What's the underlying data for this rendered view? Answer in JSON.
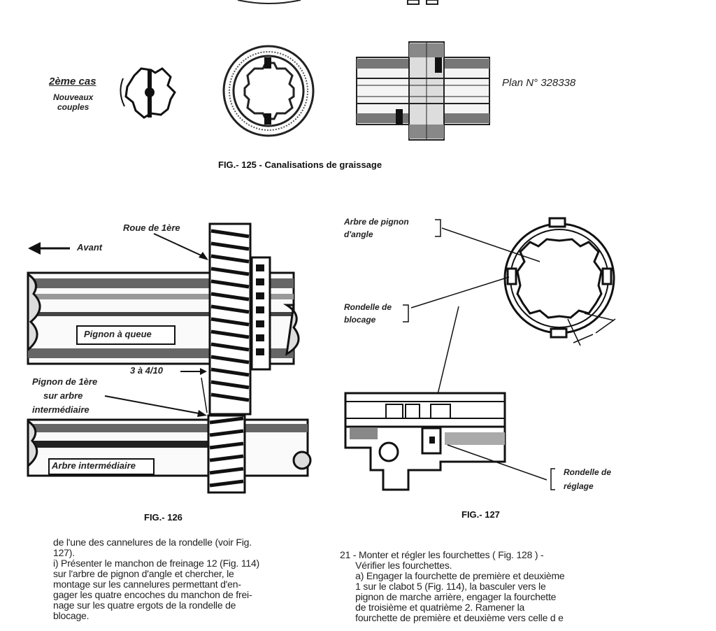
{
  "fig125": {
    "case_label": "2ème cas",
    "case_sub_1": "Nouveaux",
    "case_sub_2": "couples",
    "plan": "Plan N° 328338",
    "caption": "FIG.- 125 - Canalisations de graissage"
  },
  "fig126": {
    "roue": "Roue de 1ère",
    "avant": "Avant",
    "pignon_queue": "Pignon à queue",
    "jeu": "3 à 4/10",
    "pignon_1": "Pignon de 1ère",
    "pignon_2": "sur arbre",
    "pignon_3": "intermédiaire",
    "arbre": "Arbre intermédiaire",
    "caption": "FIG.- 126"
  },
  "fig127": {
    "arbre_1": "Arbre de pignon",
    "arbre_2": "d'angle",
    "rondelle_1": "Rondelle de",
    "rondelle_2": "blocage",
    "reglage_1": "Rondelle de",
    "reglage_2": "réglage",
    "caption": "FIG.- 127"
  },
  "text": {
    "left_lines": [
      "de l'une des cannelures de la rondelle (voir Fig.",
      "127).",
      "i) Présenter le manchon de freinage 12 (Fig. 114)",
      "sur l'arbre de pignon d'angle et chercher, le",
      "montage sur les cannelures permettant d'en-",
      "gager les quatre encoches du manchon de frei-",
      "nage sur les quatre ergots de la rondelle de",
      "blocage."
    ],
    "right_lines": [
      "21 - Monter et régler les fourchettes ( Fig. 128 ) -",
      "      Vérifier les fourchettes.",
      "      a) Engager la fourchette de première et deuxième",
      "      1 sur le clabot 5 (Fig. 114), la basculer vers le",
      "      pignon de marche arrière, engager la fourchette",
      "      de troisième et quatrième 2. Ramener la",
      "      fourchette de première et deuxième vers celle d e"
    ]
  }
}
